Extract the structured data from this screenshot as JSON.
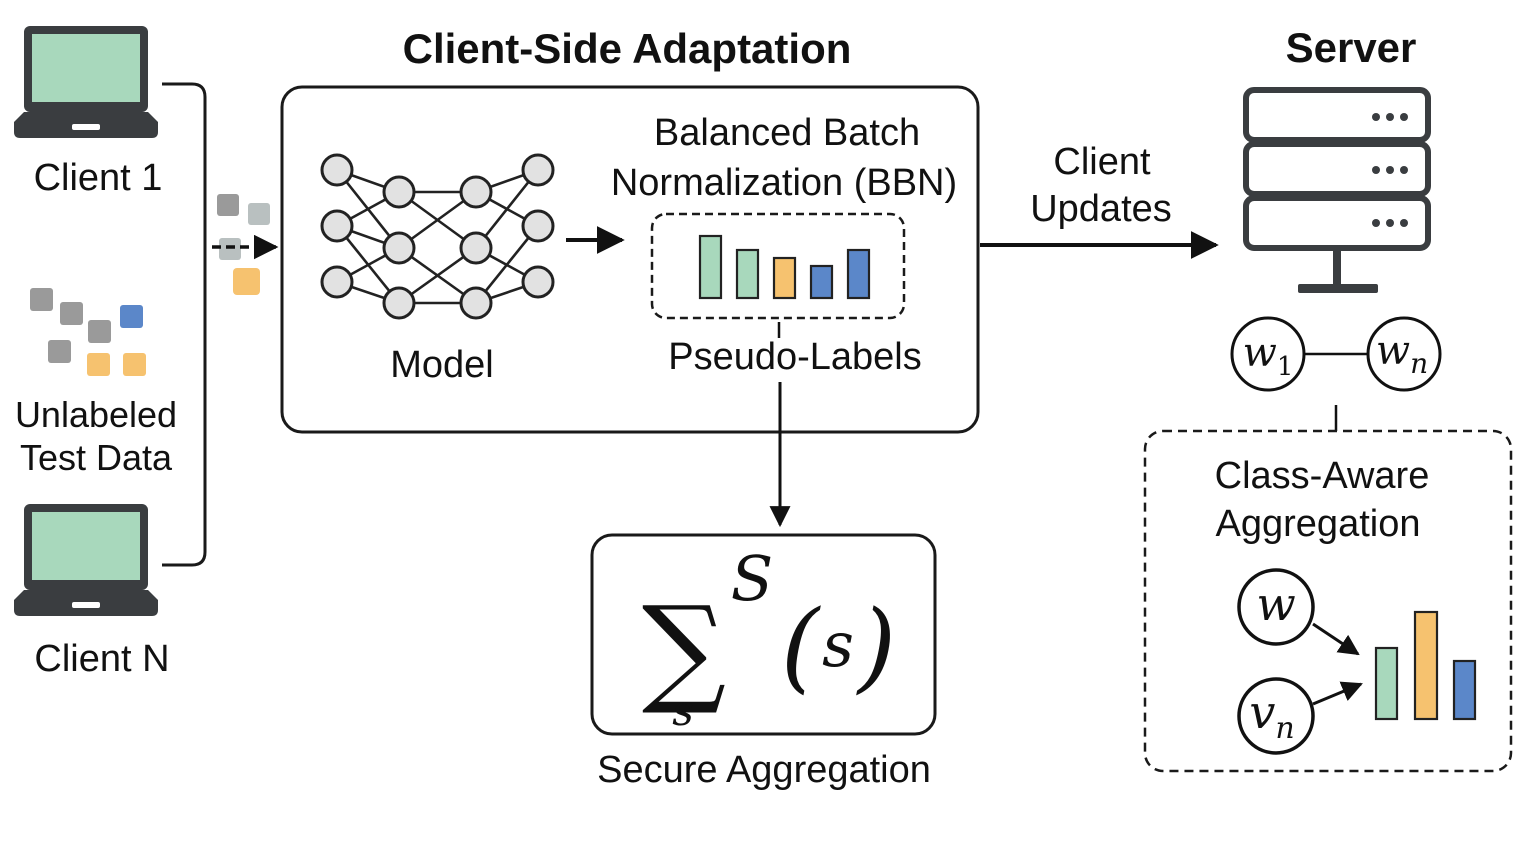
{
  "titles": {
    "client_side": "Client-Side Adaptation",
    "server": "Server"
  },
  "clients": {
    "client_1": "Client 1",
    "client_n": "Client N",
    "unlabeled_line1": "Unlabeled",
    "unlabeled_line2": "Test Data"
  },
  "adaptation": {
    "model_label": "Model",
    "bbn_line1": "Balanced Batch",
    "bbn_line2": "Normalization (BBN)",
    "pseudo_labels": "Pseudo-Labels"
  },
  "secure": {
    "sum_symbol": "∑",
    "sum_upper": "S",
    "sum_lower": "s",
    "open_paren": "(",
    "var": "s",
    "close_paren": ")",
    "label": "Secure Aggregation"
  },
  "updates": {
    "line1": "Client",
    "line2": "Updates"
  },
  "server": {
    "w1": "w",
    "w1_sub": "1",
    "wn": "w",
    "wn_sub": "n"
  },
  "class_aware": {
    "line1": "Class-Aware",
    "line2": "Aggregation",
    "w": "w",
    "v": "v",
    "v_sub": "n"
  },
  "colors": {
    "green": "#a8d8bc",
    "orange": "#f6c26f",
    "blue": "#5b87c9",
    "gray": "#9a9a9a",
    "gray_light": "#b9c0c0",
    "screen": "#a8d8bc",
    "device": "#3a3d40"
  }
}
